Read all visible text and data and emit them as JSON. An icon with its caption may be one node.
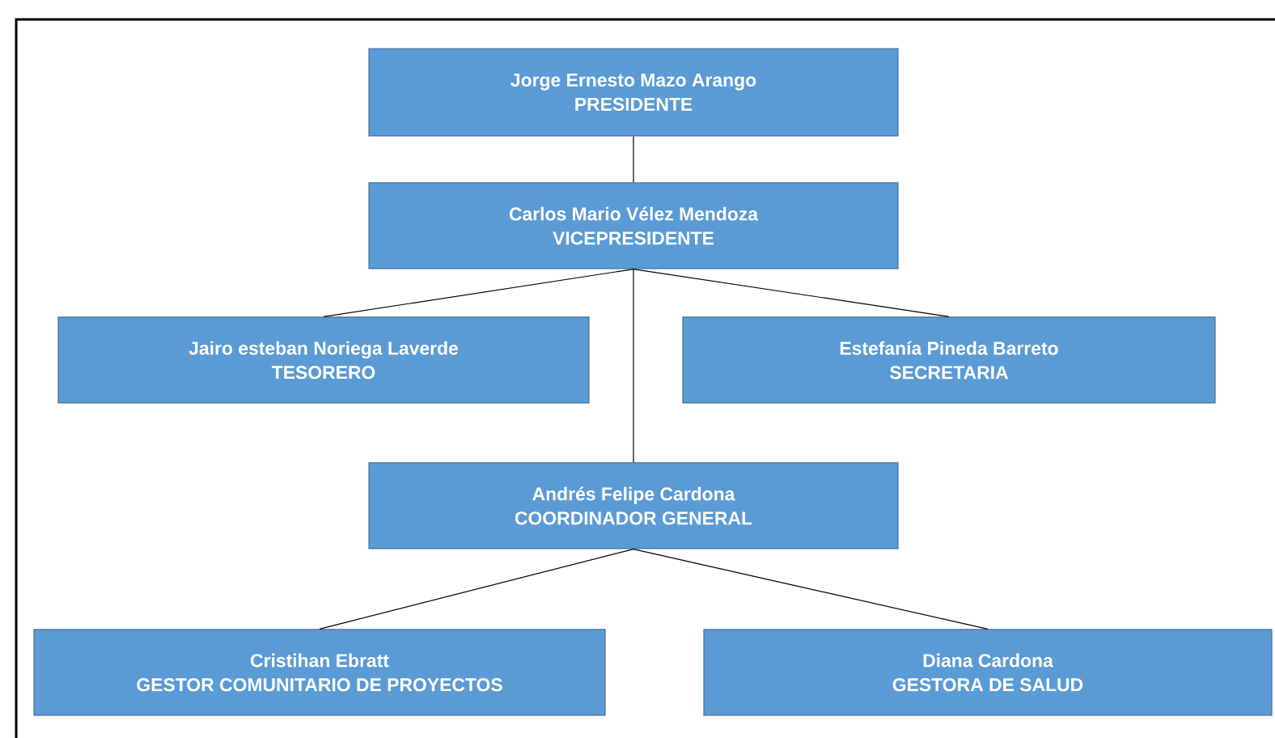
{
  "diagram": {
    "nodes": [
      {
        "text": [
          "Jorge Ernesto Mazo Arango",
          "PRESIDENTE"
        ]
      },
      {
        "text": [
          "Carlos Mario Vélez Mendoza",
          "VICEPRESIDENTE"
        ]
      },
      {
        "text": [
          "Jairo esteban Noriega Laverde",
          "TESORERO"
        ]
      },
      {
        "text": [
          "Estefanía Pineda Barreto",
          "SECRETARIA"
        ]
      },
      {
        "text": [
          "Andrés Felipe Cardona",
          "COORDINADOR GENERAL"
        ]
      },
      {
        "text": [
          "Cristihan Ebratt",
          "GESTOR COMUNITARIO DE PROYECTOS"
        ]
      },
      {
        "text": [
          "Diana Cardona",
          "GESTORA DE SALUD"
        ]
      }
    ],
    "edges": [
      {
        "from": 0,
        "to": 1,
        "arrow": "none"
      },
      {
        "from": 1,
        "to": 2,
        "arrow": "none"
      },
      {
        "from": 1,
        "to": 3,
        "arrow": "none"
      },
      {
        "from": 1,
        "to": 4,
        "arrow": "none"
      },
      {
        "from": 4,
        "to": 5,
        "arrow": "none"
      },
      {
        "from": 4,
        "to": 6,
        "arrow": "none"
      }
    ]
  }
}
